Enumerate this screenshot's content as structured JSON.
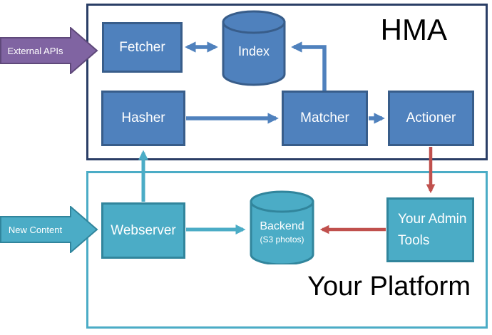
{
  "hma": {
    "title": "HMA",
    "fetcher": "Fetcher",
    "index": "Index",
    "hasher": "Hasher",
    "matcher": "Matcher",
    "actioner": "Actioner"
  },
  "platform": {
    "title": "Your Platform",
    "webserver": "Webserver",
    "backend": "Backend",
    "backend_note": "(S3 photos)",
    "admin_tools": "Your Admin Tools"
  },
  "inputs": {
    "external_apis": "External APIs",
    "new_content": "New Content"
  },
  "colors": {
    "hma_node_fill": "#4F81BD",
    "hma_node_border": "#385D8A",
    "hma_container_border": "#2A3E66",
    "platform_node_fill": "#4BACC6",
    "platform_node_border": "#31859C",
    "platform_container_border": "#4BACC6",
    "external_arrow_fill": "#8064A2",
    "external_arrow_border": "#5F497A",
    "blue_connector": "#4F81BD",
    "teal_connector": "#4BACC6",
    "red_connector": "#C0504D"
  },
  "connections": [
    {
      "from": "External APIs",
      "to": "Fetcher",
      "type": "block-arrow",
      "color": "purple"
    },
    {
      "from": "Fetcher",
      "to": "Index",
      "color": "blue",
      "bidirectional": true
    },
    {
      "from": "Matcher",
      "to": "Index",
      "color": "blue"
    },
    {
      "from": "Hasher",
      "to": "Matcher",
      "color": "blue"
    },
    {
      "from": "Matcher",
      "to": "Actioner",
      "color": "blue"
    },
    {
      "from": "Actioner",
      "to": "Your Admin Tools",
      "color": "red"
    },
    {
      "from": "Your Admin Tools",
      "to": "Backend",
      "color": "red"
    },
    {
      "from": "New Content",
      "to": "Webserver",
      "type": "block-arrow",
      "color": "teal"
    },
    {
      "from": "Webserver",
      "to": "Backend",
      "color": "teal"
    },
    {
      "from": "Webserver",
      "to": "Hasher",
      "color": "teal"
    }
  ]
}
